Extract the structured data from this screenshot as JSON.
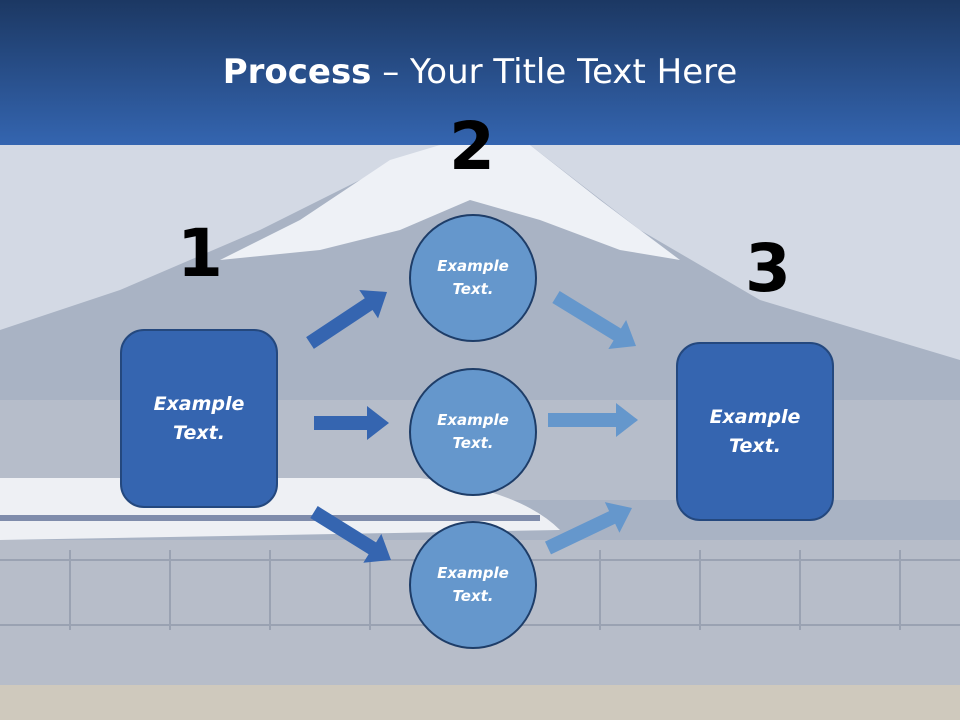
{
  "header": {
    "title_bold": "Process",
    "title_rest": " – Your Title Text Here"
  },
  "steps": {
    "one": "1",
    "two": "2",
    "three": "3"
  },
  "nodes": {
    "start": [
      "Example",
      "Text."
    ],
    "middle_top": [
      "Example",
      "Text."
    ],
    "middle_center": [
      "Example",
      "Text."
    ],
    "middle_bottom": [
      "Example",
      "Text."
    ],
    "end": [
      "Example",
      "Text."
    ]
  },
  "colors": {
    "box": "#3565b0",
    "circle": "#6597cc",
    "dark_arrow": "#3565b0",
    "light_arrow": "#6597cc",
    "header_top": "#1c3863",
    "header_bottom": "#3465b0"
  }
}
